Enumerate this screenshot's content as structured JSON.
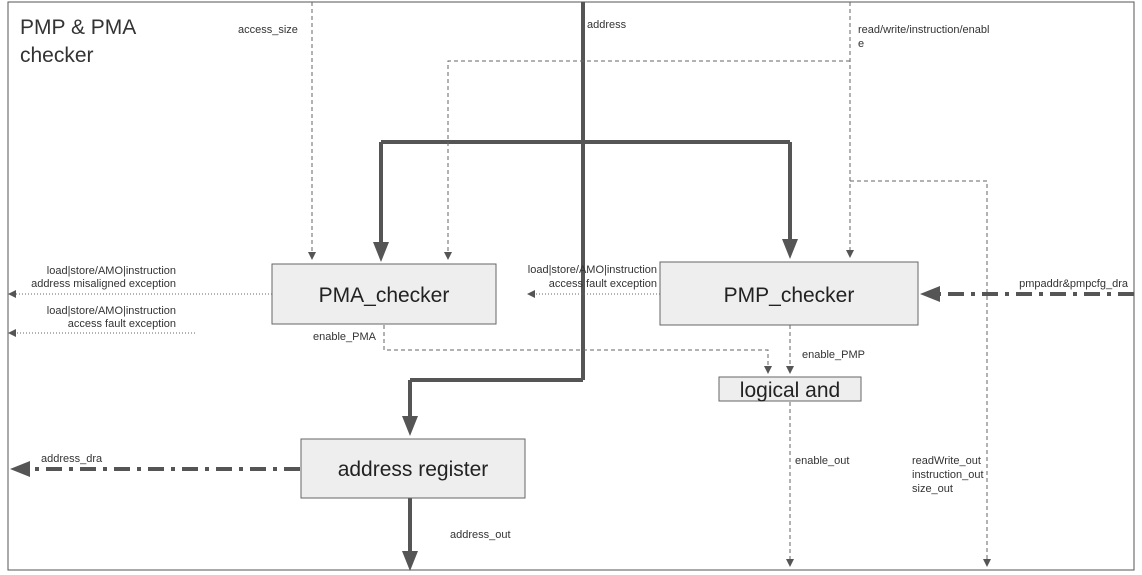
{
  "diagram": {
    "title_line1": "PMP & PMA",
    "title_line2": "checker",
    "nodes": {
      "pma_checker": "PMA_checker",
      "pmp_checker": "PMP_checker",
      "logical_and": "logical and",
      "address_register": "address register"
    },
    "labels": {
      "access_size": "access_size",
      "address": "address",
      "rwie_line1": "read/write/instruction/enabl",
      "rwie_line2": "e",
      "pma_misaligned_line1": "load|store/AMO|instruction",
      "pma_misaligned_line2": "address misaligned exception",
      "pma_fault_line1": "load|store/AMO|instruction",
      "pma_fault_line2": "access fault exception",
      "pmp_fault_line1": "load|store/AMO|instruction",
      "pmp_fault_line2": "access fault exception",
      "pmpaddr_pmpcfg": "pmpaddr&pmpcfg_dra",
      "enable_pma": "enable_PMA",
      "enable_pmp": "enable_PMP",
      "enable_out": "enable_out",
      "address_dra": "address_dra",
      "address_out": "address_out",
      "readwrite_out": "readWrite_out",
      "instruction_out": "instruction_out",
      "size_out": "size_out"
    },
    "colors": {
      "box_fill": "#eeeeee",
      "box_stroke": "#666666",
      "line": "#555555",
      "frame": "#555555"
    }
  }
}
